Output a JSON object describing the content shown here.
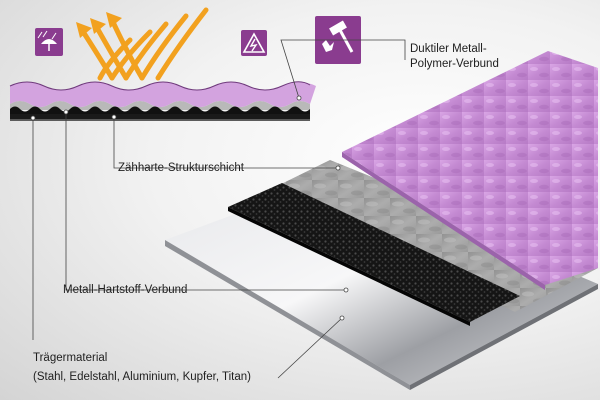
{
  "labels": {
    "duktil_line1": "Duktiler Metall-",
    "duktil_line2": "Polymer-Verbund",
    "zaehhart": "Zähharte-Strukturschicht",
    "hartstoff": "Metall-Hartstoff-Verbund",
    "traeger_line1": "Trägermaterial",
    "traeger_line2": "(Stahl, Edelstahl, Aluminium, Kupfer, Titan)"
  },
  "icons": {
    "weather": "rain-umbrella-icon",
    "electric": "high-voltage-warning-icon",
    "impact": "hammer-impact-icon"
  },
  "colors": {
    "polymer_purple": "#c58fd3",
    "icon_purple": "#8a3c8f",
    "gray_layer": "#a9a9a9",
    "black_layer": "#1a1a1a",
    "substrate": "#c9cbcf",
    "arrow_orange": "#f2a11f"
  }
}
